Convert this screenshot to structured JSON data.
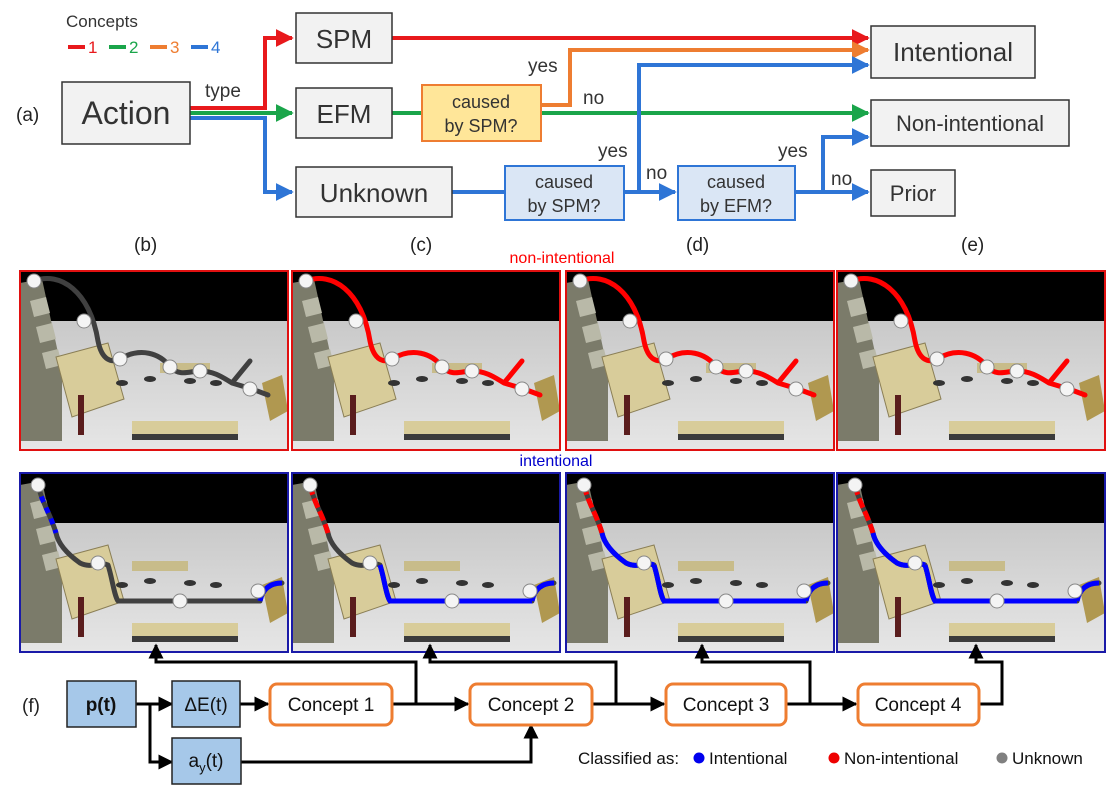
{
  "concepts_legend": {
    "title": "Concepts",
    "items": [
      {
        "label": "1",
        "color": "#e8191c"
      },
      {
        "label": "2",
        "color": "#1aa54a"
      },
      {
        "label": "3",
        "color": "#ee7d31"
      },
      {
        "label": "4",
        "color": "#2e75d6"
      }
    ]
  },
  "panel_labels": {
    "a": "(a)",
    "b": "(b)",
    "c": "(c)",
    "d": "(d)",
    "e": "(e)",
    "f": "(f)"
  },
  "flowchart": {
    "action": "Action",
    "type_label": "type",
    "spm": "SPM",
    "efm": "EFM",
    "unknown": "Unknown",
    "caused_spm_1": [
      "caused",
      "by SPM?"
    ],
    "caused_spm_2": [
      "caused",
      "by SPM?"
    ],
    "caused_efm": [
      "caused",
      "by EFM?"
    ],
    "intentional": "Intentional",
    "non_intentional": "Non-intentional",
    "prior": "Prior",
    "yes": "yes",
    "no": "no"
  },
  "row_labels": {
    "top": "non-intentional",
    "bottom": "intentional"
  },
  "colors": {
    "red": "#e8191c",
    "green": "#1aa54a",
    "orange": "#ee7d31",
    "blue": "#2e75d6",
    "traj_red": "#ff0000",
    "traj_blue": "#0000ff",
    "traj_gray": "#404040",
    "frame_red": "#e01010",
    "frame_blue": "#1a1aa8",
    "process_fill": "#a6c8e9",
    "concept_stroke": "#ee7d31"
  },
  "pipeline": {
    "p": "p(t)",
    "dE": "ΔE(t)",
    "ay": "a",
    "ay_sub": "y",
    "ay_tail": "(t)",
    "concept1": "Concept 1",
    "concept2": "Concept 2",
    "concept3": "Concept 3",
    "concept4": "Concept 4"
  },
  "classification_legend": {
    "prefix": "Classified as:",
    "items": [
      {
        "label": "Intentional",
        "color": "#0000ee"
      },
      {
        "label": "Non-intentional",
        "color": "#ee0000"
      },
      {
        "label": "Unknown",
        "color": "#808080"
      }
    ]
  }
}
